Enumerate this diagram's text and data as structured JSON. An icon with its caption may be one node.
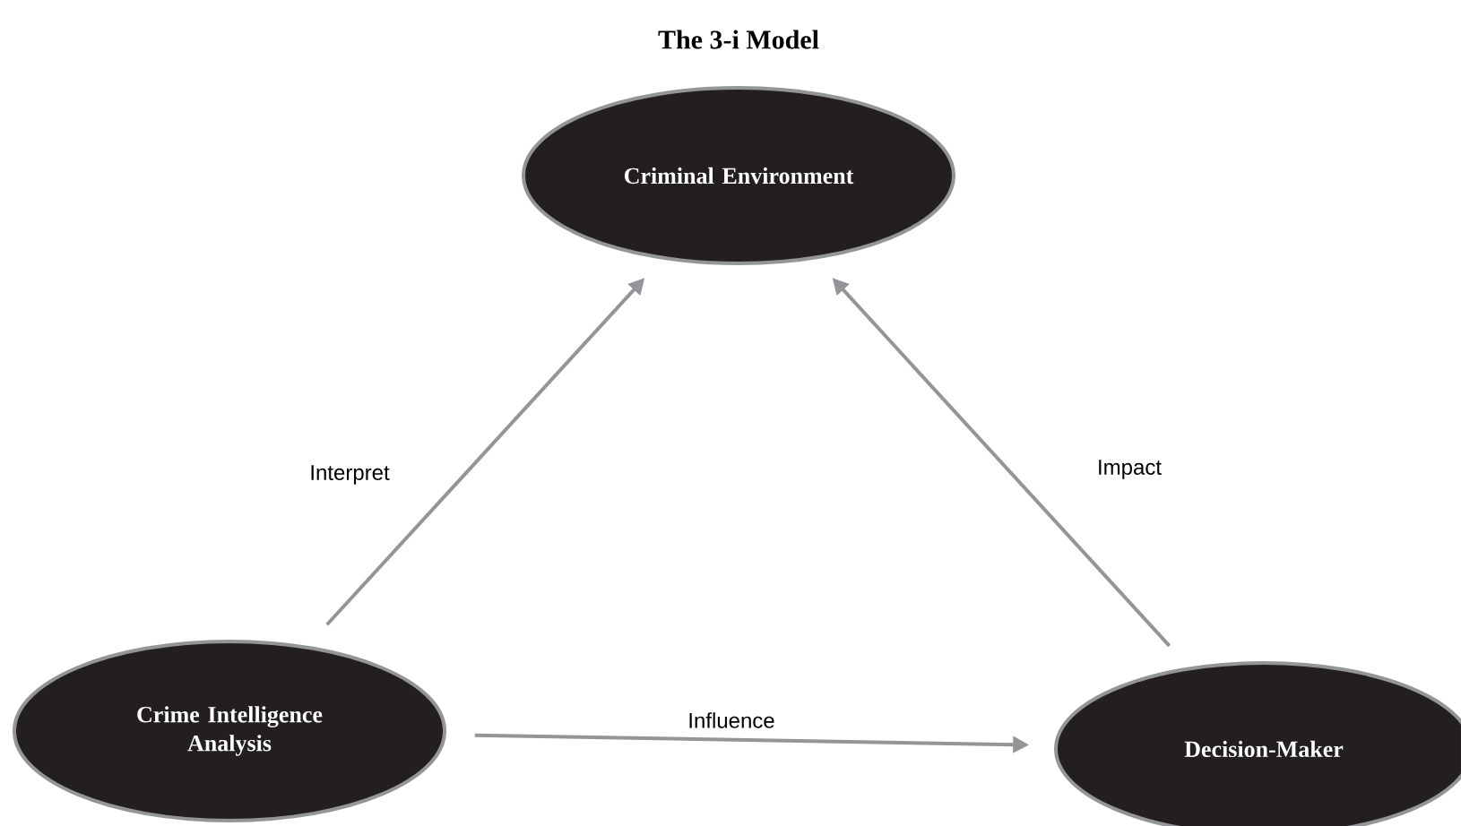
{
  "diagram": {
    "title": "The 3-i Model",
    "nodes": [
      {
        "text": [
          "Criminal Environment"
        ]
      },
      {
        "text": [
          "Crime Intelligence Analysis"
        ]
      },
      {
        "text": [
          "Decision-Maker"
        ]
      }
    ],
    "edges": [
      {
        "from": 1,
        "to": 0,
        "arrow": "to",
        "label": "Interpret"
      },
      {
        "from": 2,
        "to": 0,
        "arrow": "to",
        "label": "Impact"
      },
      {
        "from": 1,
        "to": 2,
        "arrow": "to",
        "label": "Influence"
      }
    ]
  }
}
